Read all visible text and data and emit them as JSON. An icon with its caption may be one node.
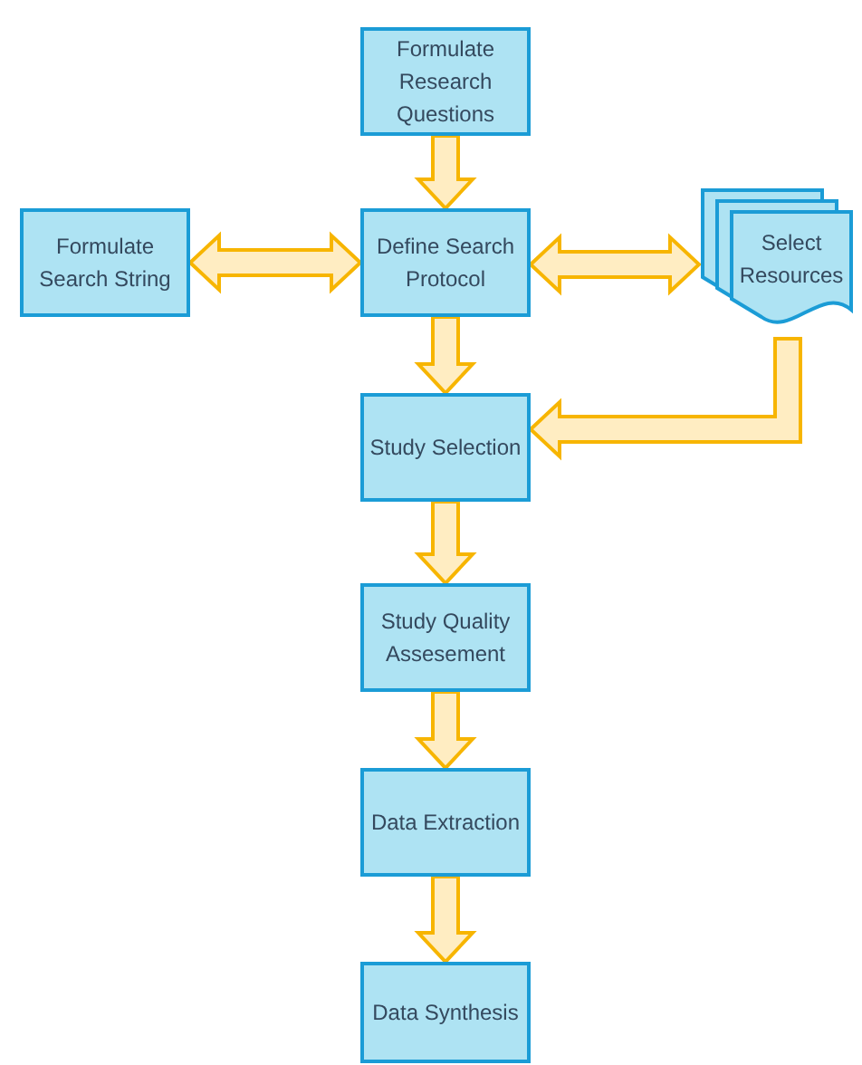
{
  "diagram": {
    "nodes": [
      {
        "text": [
          "Formulate Research Questions"
        ]
      },
      {
        "text": [
          "Formulate Search String"
        ]
      },
      {
        "text": [
          "Define Search Protocol"
        ]
      },
      {
        "text": [
          "Select Resources"
        ]
      },
      {
        "text": [
          "Study Selection"
        ]
      },
      {
        "text": [
          "Study Quality Assesement"
        ]
      },
      {
        "text": [
          "Data Extraction"
        ]
      },
      {
        "text": [
          "Data Synthesis"
        ]
      }
    ],
    "edges": [
      {
        "from": 0,
        "to": 2,
        "arrow": "to"
      },
      {
        "from": 1,
        "to": 2,
        "arrow": "both"
      },
      {
        "from": 2,
        "to": 3,
        "arrow": "both"
      },
      {
        "from": 2,
        "to": 4,
        "arrow": "to"
      },
      {
        "from": 3,
        "to": 4,
        "arrow": "to"
      },
      {
        "from": 4,
        "to": 5,
        "arrow": "to"
      },
      {
        "from": 5,
        "to": 6,
        "arrow": "to"
      },
      {
        "from": 6,
        "to": 7,
        "arrow": "to"
      }
    ]
  }
}
